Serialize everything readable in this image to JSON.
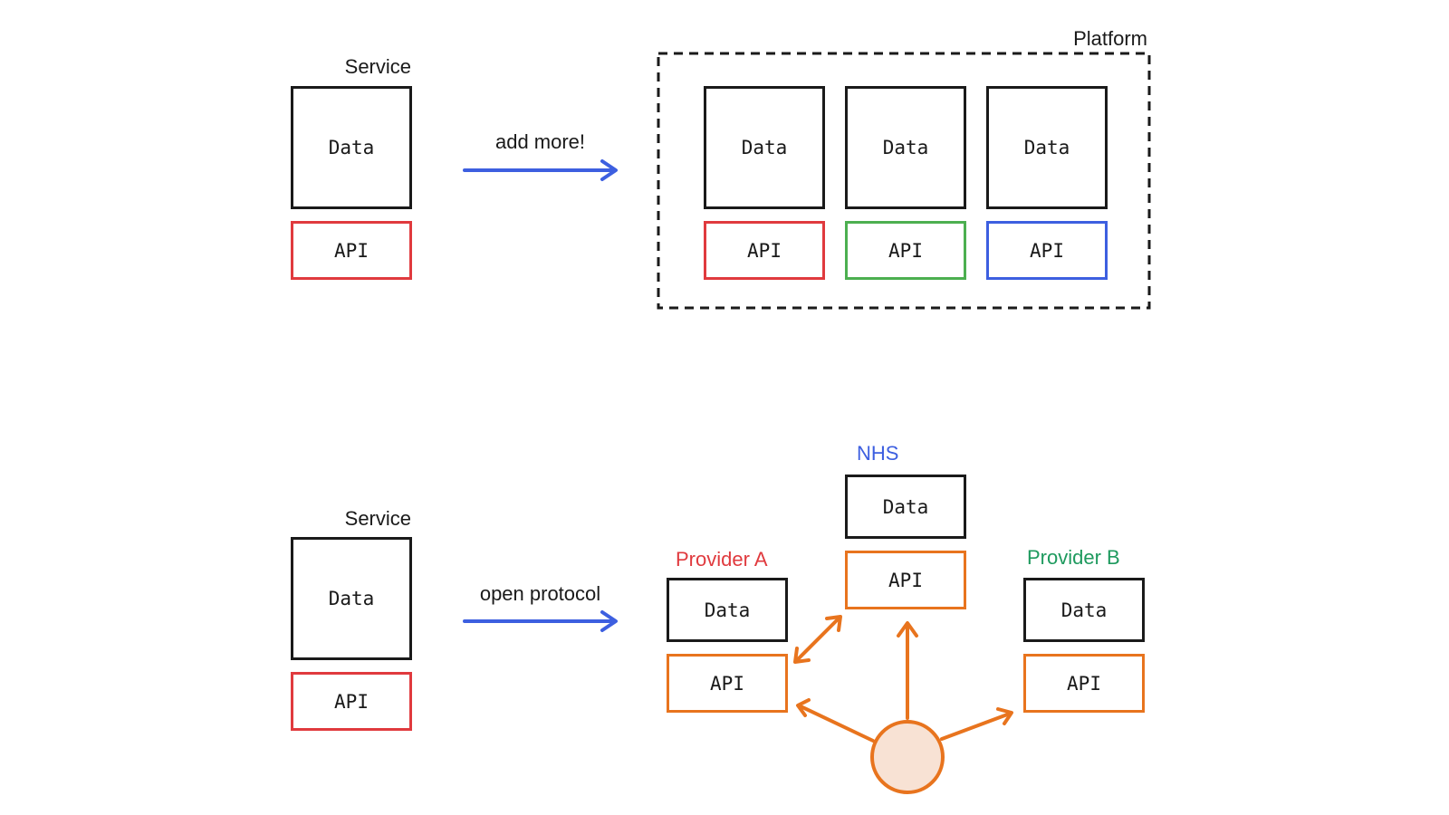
{
  "colors": {
    "ink": "#1a1a1a",
    "red": "#e03a3e",
    "green": "#4caf50",
    "blue": "#3d5fe0",
    "orange": "#e8741e",
    "orange_fill": "#f8e2d4",
    "nhs_blue": "#3d5fe0",
    "provider_a_red": "#e03a3e",
    "provider_b_green": "#1e9a5e"
  },
  "top": {
    "service_title": "Service",
    "service_data": "Data",
    "service_api": "API",
    "arrow_label": "add more!",
    "platform_title": "Platform",
    "platform_items": [
      {
        "data": "Data",
        "api": "API",
        "api_color": "red"
      },
      {
        "data": "Data",
        "api": "API",
        "api_color": "green"
      },
      {
        "data": "Data",
        "api": "API",
        "api_color": "blue"
      }
    ]
  },
  "bottom": {
    "service_title": "Service",
    "service_data": "Data",
    "service_api": "API",
    "arrow_label": "open protocol",
    "nhs": {
      "title": "NHS",
      "data": "Data",
      "api": "API"
    },
    "provider_a": {
      "title": "Provider A",
      "data": "Data",
      "api": "API"
    },
    "provider_b": {
      "title": "Provider B",
      "data": "Data",
      "api": "API"
    }
  }
}
